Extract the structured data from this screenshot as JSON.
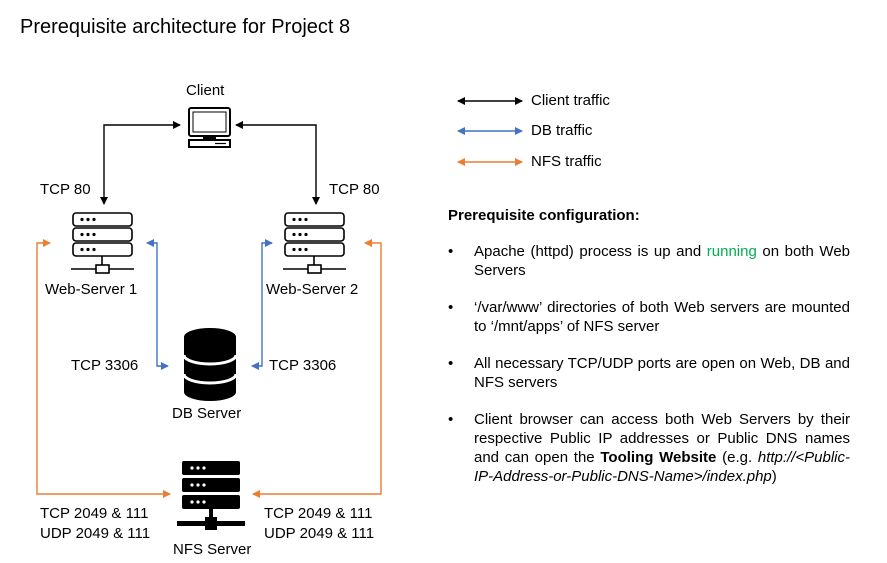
{
  "title": "Prerequisite architecture for Project 8",
  "nodes": {
    "client": "Client",
    "web1": "Web-Server 1",
    "web2": "Web-Server 2",
    "db": "DB Server",
    "nfs": "NFS Server"
  },
  "ports": {
    "tcp80_left": "TCP 80",
    "tcp80_right": "TCP 80",
    "tcp3306_left": "TCP 3306",
    "tcp3306_right": "TCP 3306",
    "nfs_left_tcp": "TCP 2049 & 111",
    "nfs_left_udp": "UDP 2049 & 111",
    "nfs_right_tcp": "TCP 2049 & 111",
    "nfs_right_udp": "UDP 2049 & 111"
  },
  "legend": [
    {
      "label": "Client traffic",
      "color": "#000000"
    },
    {
      "label": "DB traffic",
      "color": "#4472c4"
    },
    {
      "label": "NFS traffic",
      "color": "#ed7d31"
    }
  ],
  "config": {
    "heading": "Prerequisite configuration:",
    "bullet_symbol": "•",
    "b1": {
      "pre": "Apache (httpd) process is up and ",
      "green": "running",
      "post": " on both Web Servers"
    },
    "b2": "‘/var/www’ directories of both Web servers are mounted to ‘/mnt/apps’ of NFS server",
    "b3": "All necessary TCP/UDP ports are open on Web, DB and NFS servers",
    "b4": {
      "pre": "Client browser can access both Web Servers by their respective Public IP addresses or Public DNS names and can open the ",
      "bold": "Tooling Website",
      "mid": " (e.g. ",
      "italic": "http://<Public-IP-Address-or-Public-DNS-Name>/index.php",
      "post": ")"
    }
  },
  "colors": {
    "client": "#000000",
    "db": "#4472c4",
    "nfs": "#ed7d31",
    "running": "#00b050"
  }
}
